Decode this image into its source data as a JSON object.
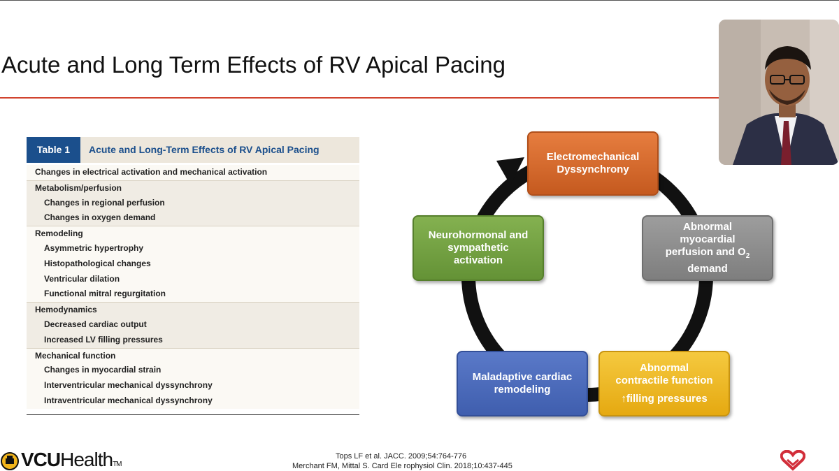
{
  "slide": {
    "title": "Acute and Long Term Effects of RV Apical Pacing"
  },
  "table": {
    "number": "Table 1",
    "title": "Acute and Long-Term Effects of RV Apical Pacing",
    "rows": [
      {
        "text": "Changes in electrical activation and mechanical activation",
        "level": 0
      },
      {
        "text": "Metabolism/perfusion",
        "level": 0
      },
      {
        "text": "Changes in regional perfusion",
        "level": 1
      },
      {
        "text": "Changes in oxygen demand",
        "level": 1
      },
      {
        "text": "Remodeling",
        "level": 0
      },
      {
        "text": "Asymmetric hypertrophy",
        "level": 1
      },
      {
        "text": "Histopathological changes",
        "level": 1
      },
      {
        "text": "Ventricular dilation",
        "level": 1
      },
      {
        "text": "Functional mitral regurgitation",
        "level": 1
      },
      {
        "text": "Hemodynamics",
        "level": 0
      },
      {
        "text": "Decreased cardiac output",
        "level": 1
      },
      {
        "text": "Increased LV filling pressures",
        "level": 1
      },
      {
        "text": "Mechanical function",
        "level": 0
      },
      {
        "text": "Changes in myocardial strain",
        "level": 1
      },
      {
        "text": "Interventricular mechanical dyssynchrony",
        "level": 1
      },
      {
        "text": "Intraventricular mechanical dyssynchrony",
        "level": 1
      }
    ]
  },
  "cycle": {
    "top": {
      "line1": "Electromechanical",
      "line2": "Dyssynchrony",
      "color": "#d2692b"
    },
    "right": {
      "line1": "Abnormal",
      "line2": "myocardial",
      "line3": "perfusion and O",
      "sub": "2",
      "line4": "demand",
      "color": "#8c8c8c"
    },
    "bottom_right": {
      "line1": "Abnormal",
      "line2": "contractile function",
      "line3": "↑filling pressures",
      "color": "#edb824"
    },
    "bottom_left": {
      "line1": "Maladaptive cardiac",
      "line2": "remodeling",
      "color": "#4a68b8"
    },
    "left": {
      "line1": "Neurohormonal and",
      "line2": "sympathetic",
      "line3": "activation",
      "color": "#72a142"
    }
  },
  "footer": {
    "brand_bold": "VCU",
    "brand_rest": "Health",
    "brand_tm": "TM",
    "ref1": "Tops LF et al.  JACC.  2009;54:764-776",
    "ref2": "Merchant FM, Mittal S.  Card Ele  rophysiol Clin.  2018;10:437-445"
  },
  "colors": {
    "accent_rule": "#d1432f",
    "table_header": "#1b4f8c"
  }
}
